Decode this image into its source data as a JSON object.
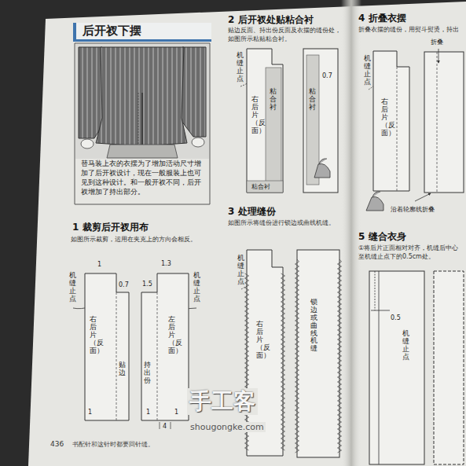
{
  "diagram": {
    "title": "后开衩下摆",
    "nodes": [
      {
        "text": [
          "替马装上衣的衣摆为了增加活动尺寸增加了后开衩设计，现在一般服装上也可见到这种设计。和一般开衩不同，后开衩增加了持出部分。"
        ]
      },
      {
        "text": [
          "右后片（反面）",
          "贴边"
        ]
      },
      {
        "text": [
          "左后片（反面）",
          "持出份"
        ]
      },
      {
        "text": [
          "右后片（反面）",
          "粘合衬"
        ]
      },
      {
        "text": [
          "右后片（反面）"
        ]
      },
      {
        "text": [
          "右后片（反面）"
        ]
      }
    ],
    "labels": [
      "1 裁剪后开衩用布",
      "如图所示裁剪，运用在夹克上的方向会相反。",
      "机缝止点",
      "1",
      "0.7",
      "1.3",
      "1.5",
      "机缝止点",
      "1",
      "1",
      "4",
      "1",
      "436",
      "书配针和这针时都要回针缝。",
      "2 后开衩处贴粘合衬",
      "贴边反面、持出份反面及衣摆的缝份处，如图所示粘贴粘合衬。",
      "机缝止点",
      "0.7",
      "粘合衬",
      "粘合衬",
      "3 处理缝份",
      "如图所示将缝份进行锁边或曲线机缝。",
      "机缝止点",
      "锁边或曲线机缝",
      "4 折叠衣摆",
      "折叠衣摆的缝份，用熨斗熨烫，持出",
      "折叠",
      "机缝止点",
      "沿着轮廓线折叠",
      "5 缝合衣身",
      "①将后片正面相对对齐，机缝后中心至机缝止点下的0.5cm处。",
      "0.5",
      "机缝止点",
      "手工客",
      "shougongke.com"
    ]
  }
}
